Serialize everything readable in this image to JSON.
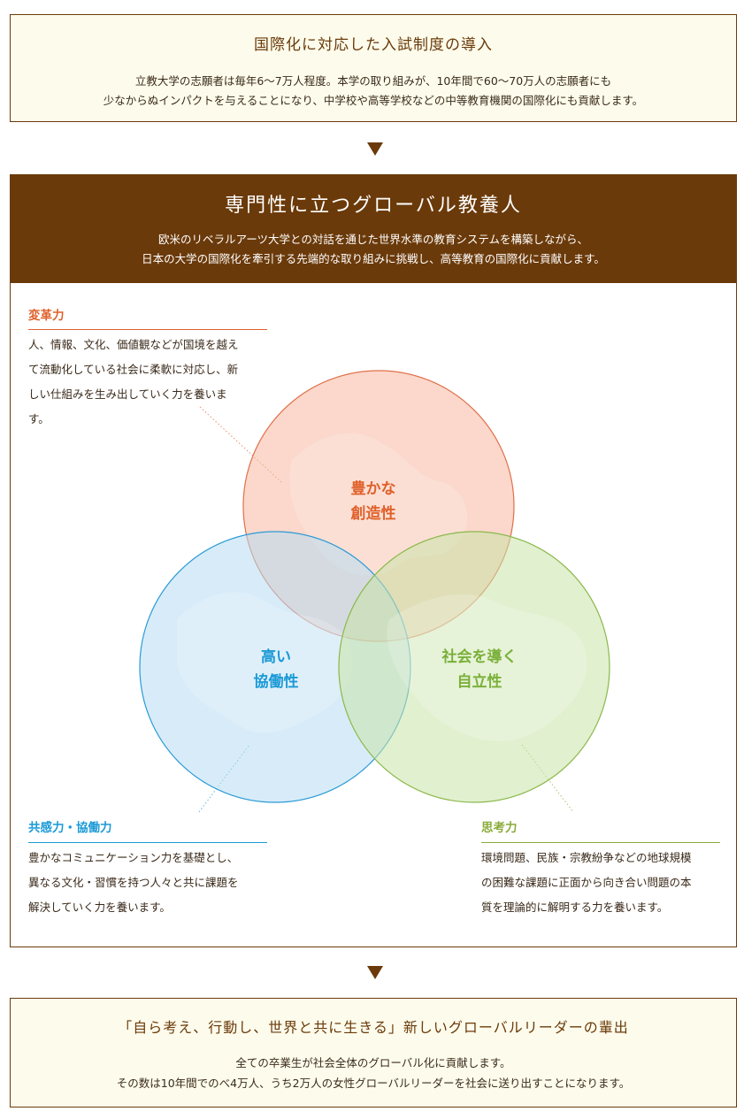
{
  "top_box": {
    "title": "国際化に対応した入試制度の導入",
    "line1": "立教大学の志願者は毎年6〜7万人程度。本学の取り組みが、10年間で60〜70万人の志願者にも",
    "line2": "少なからぬインパクトを与えることになり、中学校や高等学校などの中等教育機関の国際化にも貢献します。"
  },
  "main": {
    "title": "専門性に立つグローバル教養人",
    "line1": "欧米のリベラルアーツ大学との対話を通じた世界水準の教育システムを構築しながら、",
    "line2": "日本の大学の国際化を牽引する先端的な取り組みに挑戦し、高等教育の国際化に貢献します。"
  },
  "capabilities": {
    "reform": {
      "title": "変革力",
      "lines": [
        "人、情報、文化、価値観などが国境を越え",
        "て流動化している社会に柔軟に対応し、新",
        "しい仕組みを生み出していく力を養いま",
        "す。"
      ],
      "color": "#e0602a"
    },
    "empathy": {
      "title": "共感力・協働力",
      "lines": [
        "豊かなコミュニケーション力を基礎とし、",
        "異なる文化・習慣を持つ人々と共に課題を",
        "解決していく力を養います。"
      ],
      "color": "#1a9ad6"
    },
    "thinking": {
      "title": "思考力",
      "lines": [
        "環境問題、民族・宗教紛争などの地球規模",
        "の困難な課題に正面から向き合い問題の本",
        "質を理論的に解明する力を養います。"
      ],
      "color": "#8aab3a"
    }
  },
  "circles": {
    "creativity": {
      "line1": "豊かな",
      "line2": "創造性",
      "color": "#e0602a"
    },
    "cooperation": {
      "line1": "高い",
      "line2": "協働性",
      "color": "#1a9ad6"
    },
    "independence": {
      "line1": "社会を導く",
      "line2": "自立性",
      "color": "#7ab03a"
    }
  },
  "bottom_box": {
    "title": "「自ら考え、行動し、世界と共に生きる」新しいグローバルリーダーの輩出",
    "line1": "全ての卒業生が社会全体のグローバル化に貢献します。",
    "line2": "その数は10年間でのべ4万人、うち2万人の女性グローバルリーダーを社会に送り出すことになります。"
  }
}
